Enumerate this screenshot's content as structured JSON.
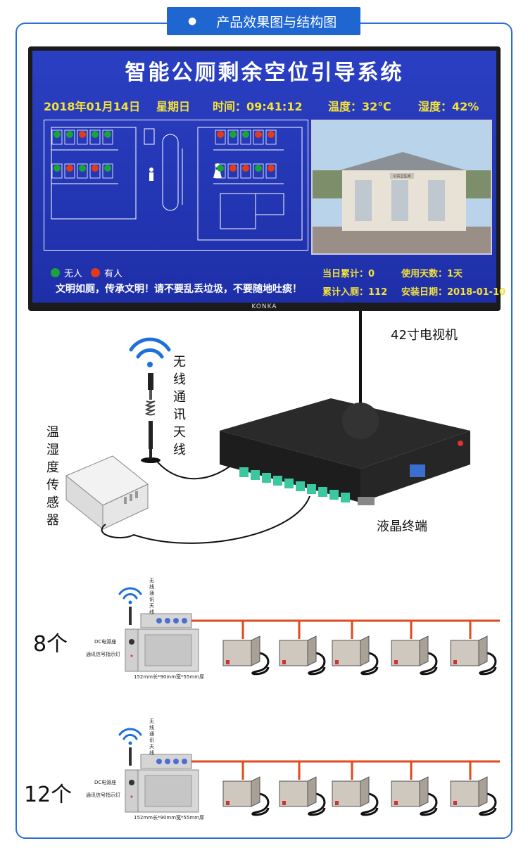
{
  "header": {
    "title": "产品效果图与结构图"
  },
  "tv": {
    "brand": "KONKA",
    "screen_title": "智能公厕剩余空位引导系统",
    "date": "2018年01月14日",
    "weekday": "星期日",
    "time": "时间：09:41:12",
    "temperature": "温度：32℃",
    "humidity": "湿度：42%",
    "legend_free": "无人",
    "legend_occupied": "有人",
    "slogan": "文明如厕，传承文明！请不要乱丢垃圾，不要随地吐痰！",
    "stats": {
      "today": "当日累计：0",
      "days": "使用天数：1天",
      "total": "累计入厕：112",
      "install": "安装日期：2018-01-10"
    },
    "photo_sign": "公共卫生间"
  },
  "labels": {
    "tv": "42寸电视机",
    "antenna": "无线通讯天线",
    "sensor": "温湿度传感器",
    "terminal": "液晶终端"
  },
  "modules": [
    {
      "count": "8个",
      "antenna": "无线通讯天线",
      "dc": "DC电源座",
      "indicator": "通讯信号指示灯",
      "size": "152mm长*90mm宽*55mm厚"
    },
    {
      "count": "12个",
      "antenna": "无线通讯天线",
      "dc": "DC电源座",
      "indicator": "通讯信号指示灯",
      "size": "152mm长*90mm宽*55mm厚"
    }
  ],
  "colors": {
    "accent": "#1f66d1",
    "free": "#1aa33a",
    "occupied": "#e23b1b",
    "wire": "#e04a1c",
    "screen": "#2236b5",
    "status_text": "#f3e23a"
  },
  "icons": [
    "wifi-icon",
    "antenna-icon",
    "sensor-icon"
  ]
}
